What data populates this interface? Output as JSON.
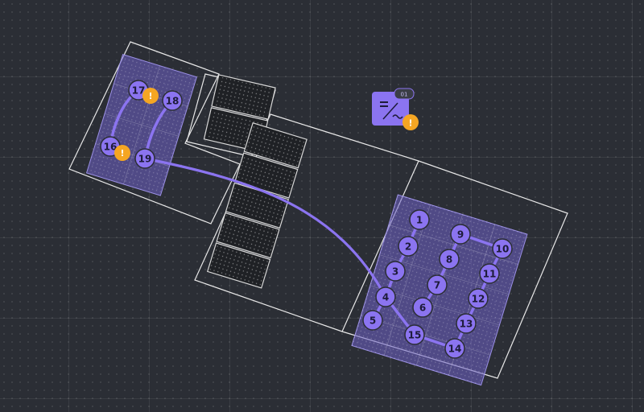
{
  "canvas": {
    "background": "#2b2e35",
    "accent": "#8b74f0",
    "warning_color": "#f5a623"
  },
  "inverter": {
    "icon": "inverter-icon",
    "badge": "01",
    "warning": "!"
  },
  "strings": [
    {
      "nodes": [
        "1",
        "2",
        "3",
        "4",
        "5"
      ]
    },
    {
      "nodes": [
        "6",
        "7",
        "8",
        "9",
        "10",
        "11",
        "12",
        "13",
        "14",
        "15"
      ]
    },
    {
      "nodes": [
        "16",
        "17",
        "18",
        "19"
      ]
    }
  ],
  "warnings": [
    {
      "label": "!",
      "near": "17"
    },
    {
      "label": "!",
      "near": "16"
    }
  ]
}
